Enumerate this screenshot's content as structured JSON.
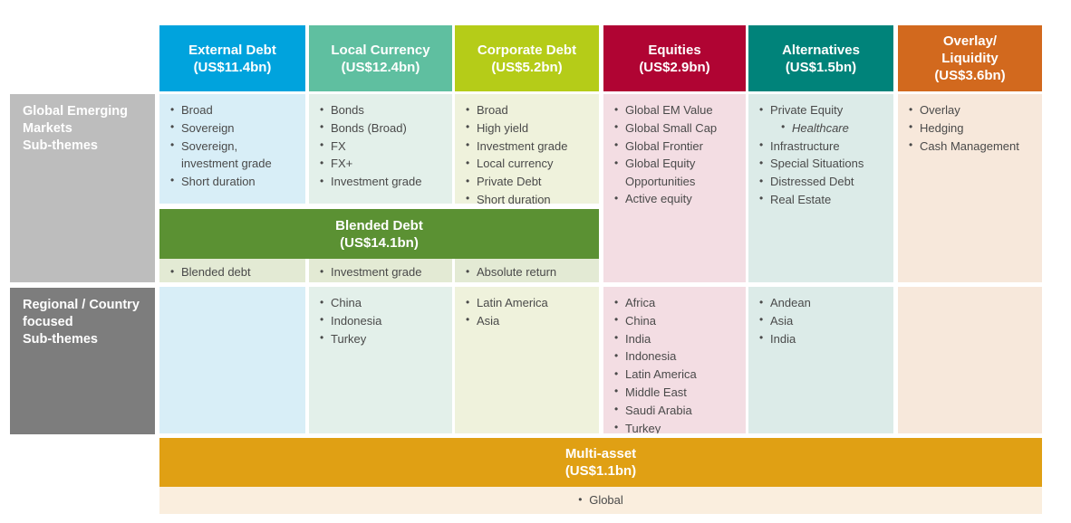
{
  "columns": [
    {
      "name": "External Debt",
      "amount": "(US$11.4bn)",
      "header_color": "#00a3dd",
      "body_color": "#d8eef7"
    },
    {
      "name": "Local Currency",
      "amount": "(US$12.4bn)",
      "header_color": "#5fbfa0",
      "body_color": "#e3f0ea"
    },
    {
      "name": "Corporate Debt",
      "amount": "(US$5.2bn)",
      "header_color": "#b5cc18",
      "body_color": "#eff2dc"
    },
    {
      "name": "Equities",
      "amount": "(US$2.9bn)",
      "header_color": "#b00433",
      "body_color": "#f3dde3"
    },
    {
      "name": "Alternatives",
      "amount": "(US$1.5bn)",
      "header_color": "#00837a",
      "body_color": "#dcebe8"
    },
    {
      "name": "Overlay/ Liquidity",
      "name_line1": "Overlay/",
      "name_line2": "Liquidity",
      "amount": "(US$3.6bn)",
      "header_color": "#d2691e",
      "body_color": "#f7e8db"
    }
  ],
  "rows": {
    "global": {
      "label_line1": "Global Emerging",
      "label_line2": "Markets",
      "label_line3": "Sub-themes",
      "label_color": "#bdbdbd",
      "cells": [
        {
          "items": [
            {
              "text": "Broad"
            },
            {
              "text": "Sovereign"
            },
            {
              "text": "Sovereign, investment grade"
            },
            {
              "text": "Short duration"
            }
          ]
        },
        {
          "items": [
            {
              "text": "Bonds"
            },
            {
              "text": "Bonds (Broad)"
            },
            {
              "text": "FX"
            },
            {
              "text": "FX+"
            },
            {
              "text": "Investment grade"
            }
          ]
        },
        {
          "items": [
            {
              "text": "Broad"
            },
            {
              "text": "High yield"
            },
            {
              "text": "Investment grade"
            },
            {
              "text": "Local currency"
            },
            {
              "text": "Private Debt"
            },
            {
              "text": "Short duration"
            }
          ]
        },
        {
          "items": [
            {
              "text": "Global EM Value"
            },
            {
              "text": "Global Small Cap"
            },
            {
              "text": "Global Frontier"
            },
            {
              "text": "Global Equity Opportunities"
            },
            {
              "text": "Active equity"
            }
          ]
        },
        {
          "items": [
            {
              "text": "Private Equity"
            },
            {
              "text": "Healthcare",
              "sub": true
            },
            {
              "text": "Infrastructure"
            },
            {
              "text": "Special Situations"
            },
            {
              "text": "Distressed Debt"
            },
            {
              "text": "Real Estate"
            }
          ]
        },
        {
          "items": [
            {
              "text": "Overlay"
            },
            {
              "text": "Hedging"
            },
            {
              "text": "Cash Management"
            }
          ]
        }
      ]
    },
    "regional": {
      "label_line1": "Regional / Country",
      "label_line2": "focused",
      "label_line3": "Sub-themes",
      "label_color": "#7d7d7d",
      "cells": [
        {
          "items": []
        },
        {
          "items": [
            {
              "text": "China"
            },
            {
              "text": "Indonesia"
            },
            {
              "text": "Turkey"
            }
          ]
        },
        {
          "items": [
            {
              "text": "Latin America"
            },
            {
              "text": "Asia"
            }
          ]
        },
        {
          "items": [
            {
              "text": "Africa"
            },
            {
              "text": "China"
            },
            {
              "text": "India"
            },
            {
              "text": "Indonesia"
            },
            {
              "text": "Latin America"
            },
            {
              "text": "Middle East"
            },
            {
              "text": "Saudi Arabia"
            },
            {
              "text": "Turkey"
            }
          ]
        },
        {
          "items": [
            {
              "text": "Andean"
            },
            {
              "text": "Asia"
            },
            {
              "text": "India"
            }
          ]
        },
        {
          "items": []
        }
      ]
    }
  },
  "blended": {
    "name": "Blended Debt",
    "amount": "(US$14.1bn)",
    "header_color": "#5b9133",
    "body_color": "#e3ead4",
    "cells": [
      {
        "text": "Blended debt"
      },
      {
        "text": "Investment grade"
      },
      {
        "text": "Absolute return"
      }
    ]
  },
  "multiasset": {
    "name": "Multi-asset",
    "amount": "(US$1.1bn)",
    "header_color": "#e0a014",
    "body_color": "#faeede",
    "items": [
      {
        "text": "Global"
      }
    ]
  }
}
